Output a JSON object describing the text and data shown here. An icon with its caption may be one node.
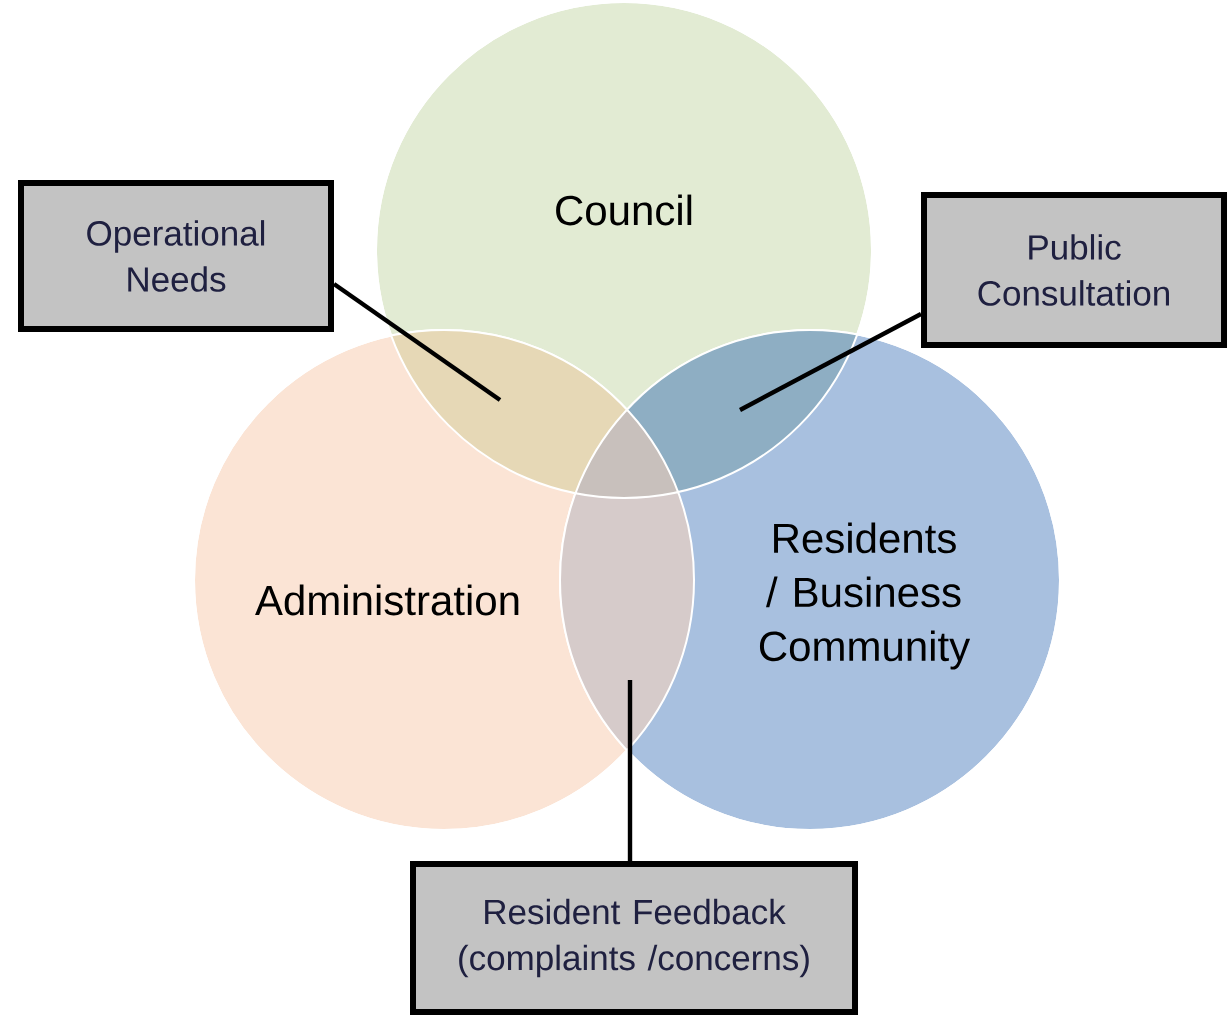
{
  "diagram": {
    "nodes": [
      {
        "text": [
          "Council"
        ]
      },
      {
        "text": [
          "Administration"
        ]
      },
      {
        "text": [
          "Residents / Business Community"
        ]
      },
      {
        "text": [
          "Operational Needs"
        ]
      },
      {
        "text": [
          "Public Consultation"
        ]
      },
      {
        "text": [
          "Resident Feedback (complaints /concerns)"
        ]
      }
    ],
    "edges": [
      {
        "from": 3,
        "to": 0,
        "arrow": "none"
      },
      {
        "from": 4,
        "to": 0,
        "arrow": "none"
      },
      {
        "from": 5,
        "to": 1,
        "arrow": "none"
      }
    ]
  }
}
